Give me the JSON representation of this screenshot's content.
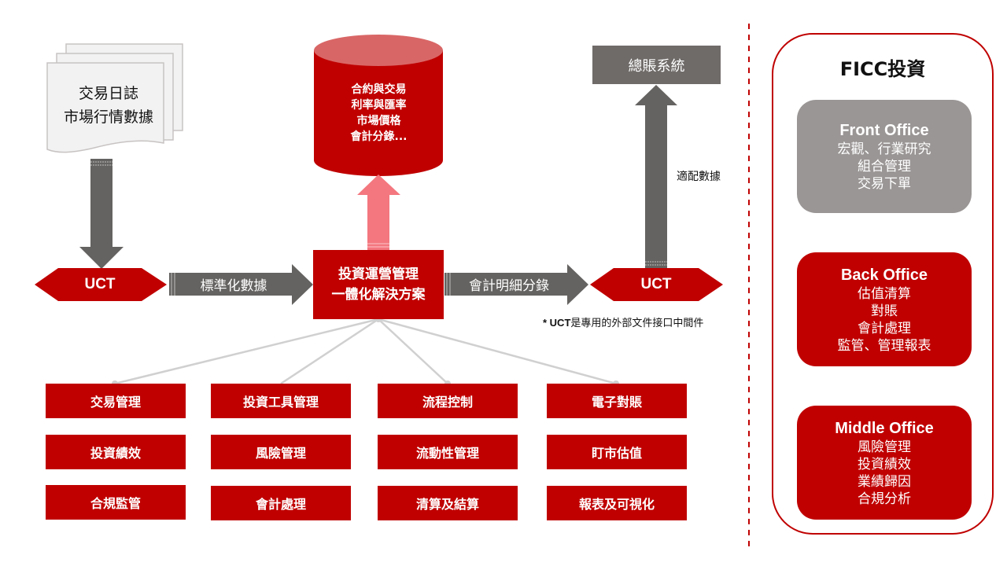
{
  "source_docs": {
    "lines": [
      "交易日誌",
      "市場行情數據"
    ]
  },
  "database": {
    "lines": [
      "合約與交易",
      "利率與匯率",
      "市場價格",
      "會計分錄..."
    ]
  },
  "ledger": {
    "label": "總賬系統"
  },
  "adapt_label": "適配數據",
  "uct_left": {
    "label": "UCT"
  },
  "uct_right": {
    "label": "UCT"
  },
  "arrow_standardize": {
    "label": "標準化數據"
  },
  "arrow_accounting": {
    "label": "會計明細分錄"
  },
  "core": {
    "lines": [
      "投資運營管理",
      "一體化解決方案"
    ]
  },
  "footnote": {
    "prefix": "* UCT",
    "text": "是專用的外部文件接口中間件"
  },
  "modules": [
    [
      "交易管理",
      "投資績效",
      "合規監管"
    ],
    [
      "投資工具管理",
      "風險管理",
      "會計處理"
    ],
    [
      "流程控制",
      "流動性管理",
      "清算及結算"
    ],
    [
      "電子對賬",
      "盯市估值",
      "報表及可視化"
    ]
  ],
  "panel": {
    "title": "FICC投資",
    "front": {
      "title": "Front Office",
      "lines": [
        "宏觀、行業研究",
        "組合管理",
        "交易下單"
      ]
    },
    "back": {
      "title": "Back Office",
      "lines": [
        "估值清算",
        "對賬",
        "會計處理",
        "監管、管理報表"
      ]
    },
    "middle": {
      "title": "Middle Office",
      "lines": [
        "風險管理",
        "投資績效",
        "業績歸因",
        "合規分析"
      ]
    }
  },
  "colors": {
    "brand_red": "#c00000",
    "arrow_gray": "#656361",
    "pink_arrow": "#f4777f",
    "ledger_gray": "#6f6b69",
    "front_gray": "#9a9695",
    "connector_gray": "#d0d0d0"
  }
}
